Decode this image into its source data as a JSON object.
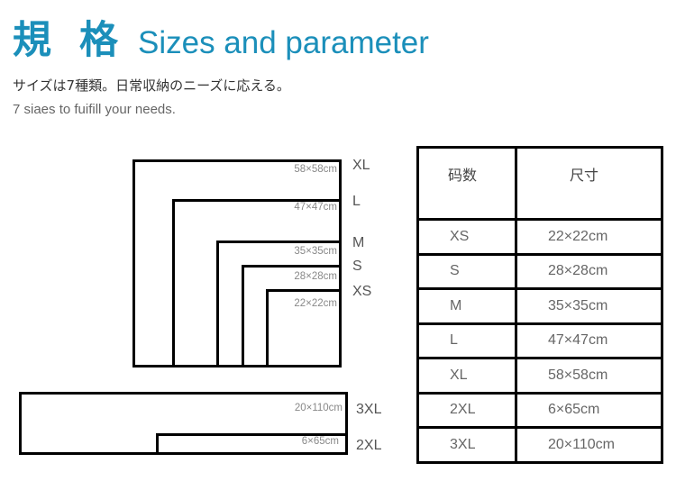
{
  "header": {
    "title_jp": "規 格",
    "title_en": "Sizes and parameter",
    "subtitle_jp": "サイズは7種類。日常収納のニーズに応える。",
    "subtitle_en": "7 siaes to fuifill your needs.",
    "accent_color": "#1b8fba"
  },
  "diagram": {
    "squares": [
      {
        "size": "XL",
        "dim": "58×58cm"
      },
      {
        "size": "L",
        "dim": "47×47cm"
      },
      {
        "size": "M",
        "dim": "35×35cm"
      },
      {
        "size": "S",
        "dim": "28×28cm"
      },
      {
        "size": "XS",
        "dim": "22×22cm"
      }
    ],
    "rects": [
      {
        "size": "3XL",
        "dim": "20×110cm"
      },
      {
        "size": "2XL",
        "dim": "6×65cm"
      }
    ]
  },
  "table": {
    "headers": [
      "码数",
      "尺寸"
    ],
    "rows": [
      {
        "size": "XS",
        "dim": "22×22cm"
      },
      {
        "size": "S",
        "dim": "28×28cm"
      },
      {
        "size": "M",
        "dim": "35×35cm"
      },
      {
        "size": "L",
        "dim": "47×47cm"
      },
      {
        "size": "XL",
        "dim": "58×58cm"
      },
      {
        "size": "2XL",
        "dim": "6×65cm"
      },
      {
        "size": "3XL",
        "dim": "20×110cm"
      }
    ]
  }
}
